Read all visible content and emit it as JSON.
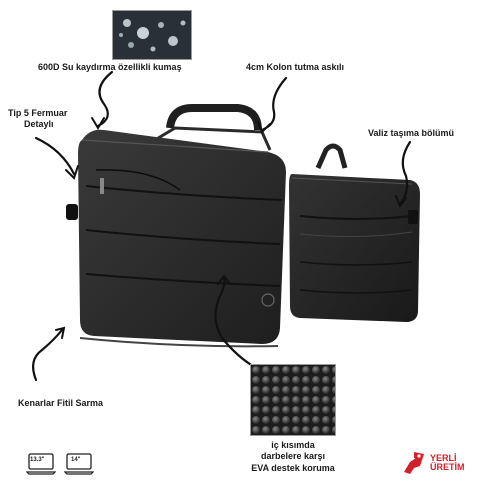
{
  "features": {
    "water_resistant": "600D Su kaydırma özellikli kumaş",
    "handle": "4cm Kolon tutma askılı",
    "zipper_line1": "Tip 5 Fermuar",
    "zipper_line2": "Detaylı",
    "trolley": "Valiz taşıma bölümü",
    "piping": "Kenarlar Fitil Sarma",
    "eva_line1": "iç kısımda",
    "eva_line2": "darbelere karşı",
    "eva_line3": "EVA destek koruma"
  },
  "sizes": [
    "13.3\"",
    "14\""
  ],
  "badge": {
    "line1": "YERLİ",
    "line2": "ÜRETİM"
  },
  "colors": {
    "bag": "#2b2b2b",
    "bag_dark": "#1a1a1a",
    "accent_red": "#d3212b",
    "text": "#1a1a1a"
  },
  "icons": [
    "water-droplets-photo",
    "eva-foam-photo",
    "laptop-icon",
    "hand-flag-icon"
  ]
}
